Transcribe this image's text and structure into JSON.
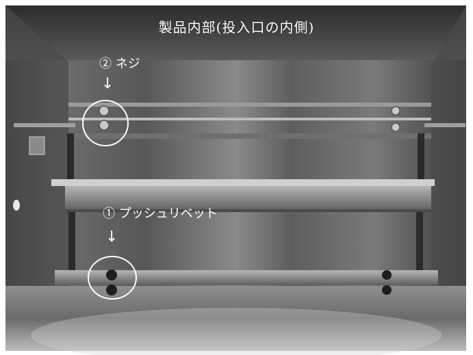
{
  "title": "製品内部(投入口の内側)",
  "callouts": [
    {
      "label": "② ネジ",
      "arrow": "↓",
      "icon": "screw-icon"
    },
    {
      "label": "① プッシュリベット",
      "arrow": "↓",
      "icon": "push-rivet-icon"
    }
  ]
}
